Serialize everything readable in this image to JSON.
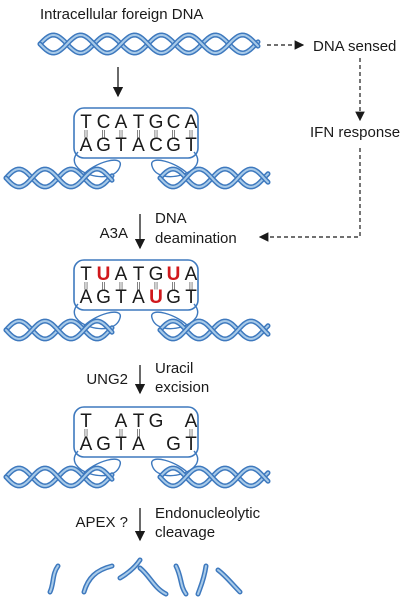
{
  "title": "Intracellular foreign DNA",
  "side": {
    "sensed": "DNA sensed",
    "ifn": "IFN response"
  },
  "steps": [
    {
      "enzyme": "A3A",
      "action_line1": "DNA",
      "action_line2": "deamination"
    },
    {
      "enzyme": "UNG2",
      "action_line1": "Uracil",
      "action_line2": "excision"
    },
    {
      "enzyme": "APEX ?",
      "action_line1": "Endonucleolytic",
      "action_line2": "cleavage"
    }
  ],
  "sequences": [
    {
      "top": [
        "T",
        "C",
        "A",
        "T",
        "G",
        "C",
        "A"
      ],
      "bottom": [
        "A",
        "G",
        "T",
        "A",
        "C",
        "G",
        "T"
      ]
    },
    {
      "top": [
        "T",
        "U",
        "A",
        "T",
        "G",
        "U",
        "A"
      ],
      "bottom": [
        "A",
        "G",
        "T",
        "A",
        "U",
        "G",
        "T"
      ]
    },
    {
      "top": [
        "T",
        "",
        "A",
        "T",
        "G",
        "",
        "A"
      ],
      "bottom": [
        "A",
        "G",
        "T",
        "A",
        "",
        "G",
        "T"
      ]
    }
  ],
  "pair_mark": "||",
  "colors": {
    "helix": "#3e79be",
    "helix_light": "#a9cbe9",
    "uracil": "#d0181c",
    "text": "#1a1a1a"
  }
}
